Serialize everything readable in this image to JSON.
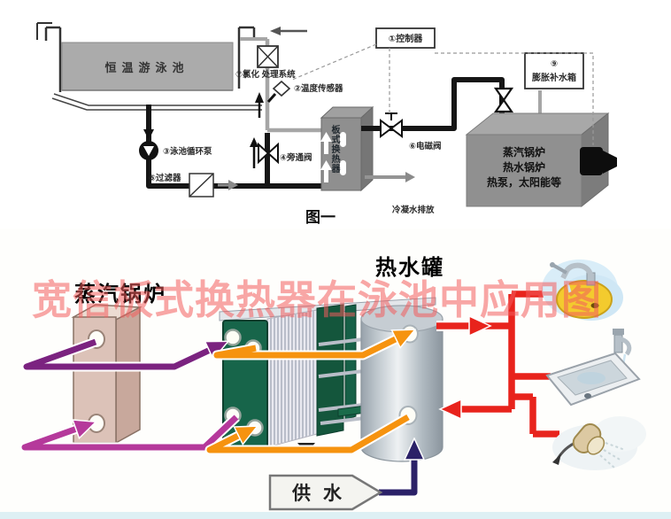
{
  "figure1": {
    "pool_label": "恒温游泳池",
    "controller": "①控制器",
    "temp_sensor": "②温度传感器",
    "pump": "③泳池循环泵",
    "bypass_valve": "④旁通阀",
    "filter": "⑤过滤器",
    "solenoid_valve": "⑥电磁阀",
    "chlorination": "⑦氯化 处理系统",
    "expansion_num": "⑨",
    "expansion_tank": "膨胀补水箱",
    "hx_label": "板式换热器",
    "boiler_line1": "蒸汽锅炉",
    "boiler_line2": "热水锅炉",
    "boiler_line3": "热泵，太阳能等",
    "condensate": "冷凝水排放",
    "caption": "图一"
  },
  "figure2": {
    "boiler": "蒸汽锅炉",
    "tank": "热水罐",
    "supply": "供水"
  },
  "watermark": "宽信板式换热器在泳池中应用图",
  "colors": {
    "hot_supply": "#7b2380",
    "hot_return": "#b5399b",
    "heated_water": "#f6930f",
    "supply_water": "#2b2168",
    "tap_line": "#e8231c",
    "watermark_red": "#f25c5c"
  }
}
